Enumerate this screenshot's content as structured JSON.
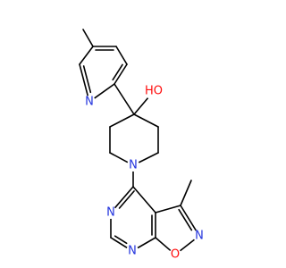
{
  "structure": {
    "atoms": [
      {
        "id": "n_pyridine",
        "label": "N",
        "color": "#2233dd"
      },
      {
        "id": "oh",
        "label": "HO",
        "color": "#ff0d0d"
      },
      {
        "id": "n_piperidine",
        "label": "N",
        "color": "#2233dd"
      },
      {
        "id": "n_pyrimidine_top",
        "label": "N",
        "color": "#2233dd"
      },
      {
        "id": "n_pyrimidine_bottom",
        "label": "N",
        "color": "#2233dd"
      },
      {
        "id": "n_isoxazole",
        "label": "N",
        "color": "#2233dd"
      },
      {
        "id": "o_isoxazole",
        "label": "O",
        "color": "#ff0d0d"
      }
    ]
  }
}
